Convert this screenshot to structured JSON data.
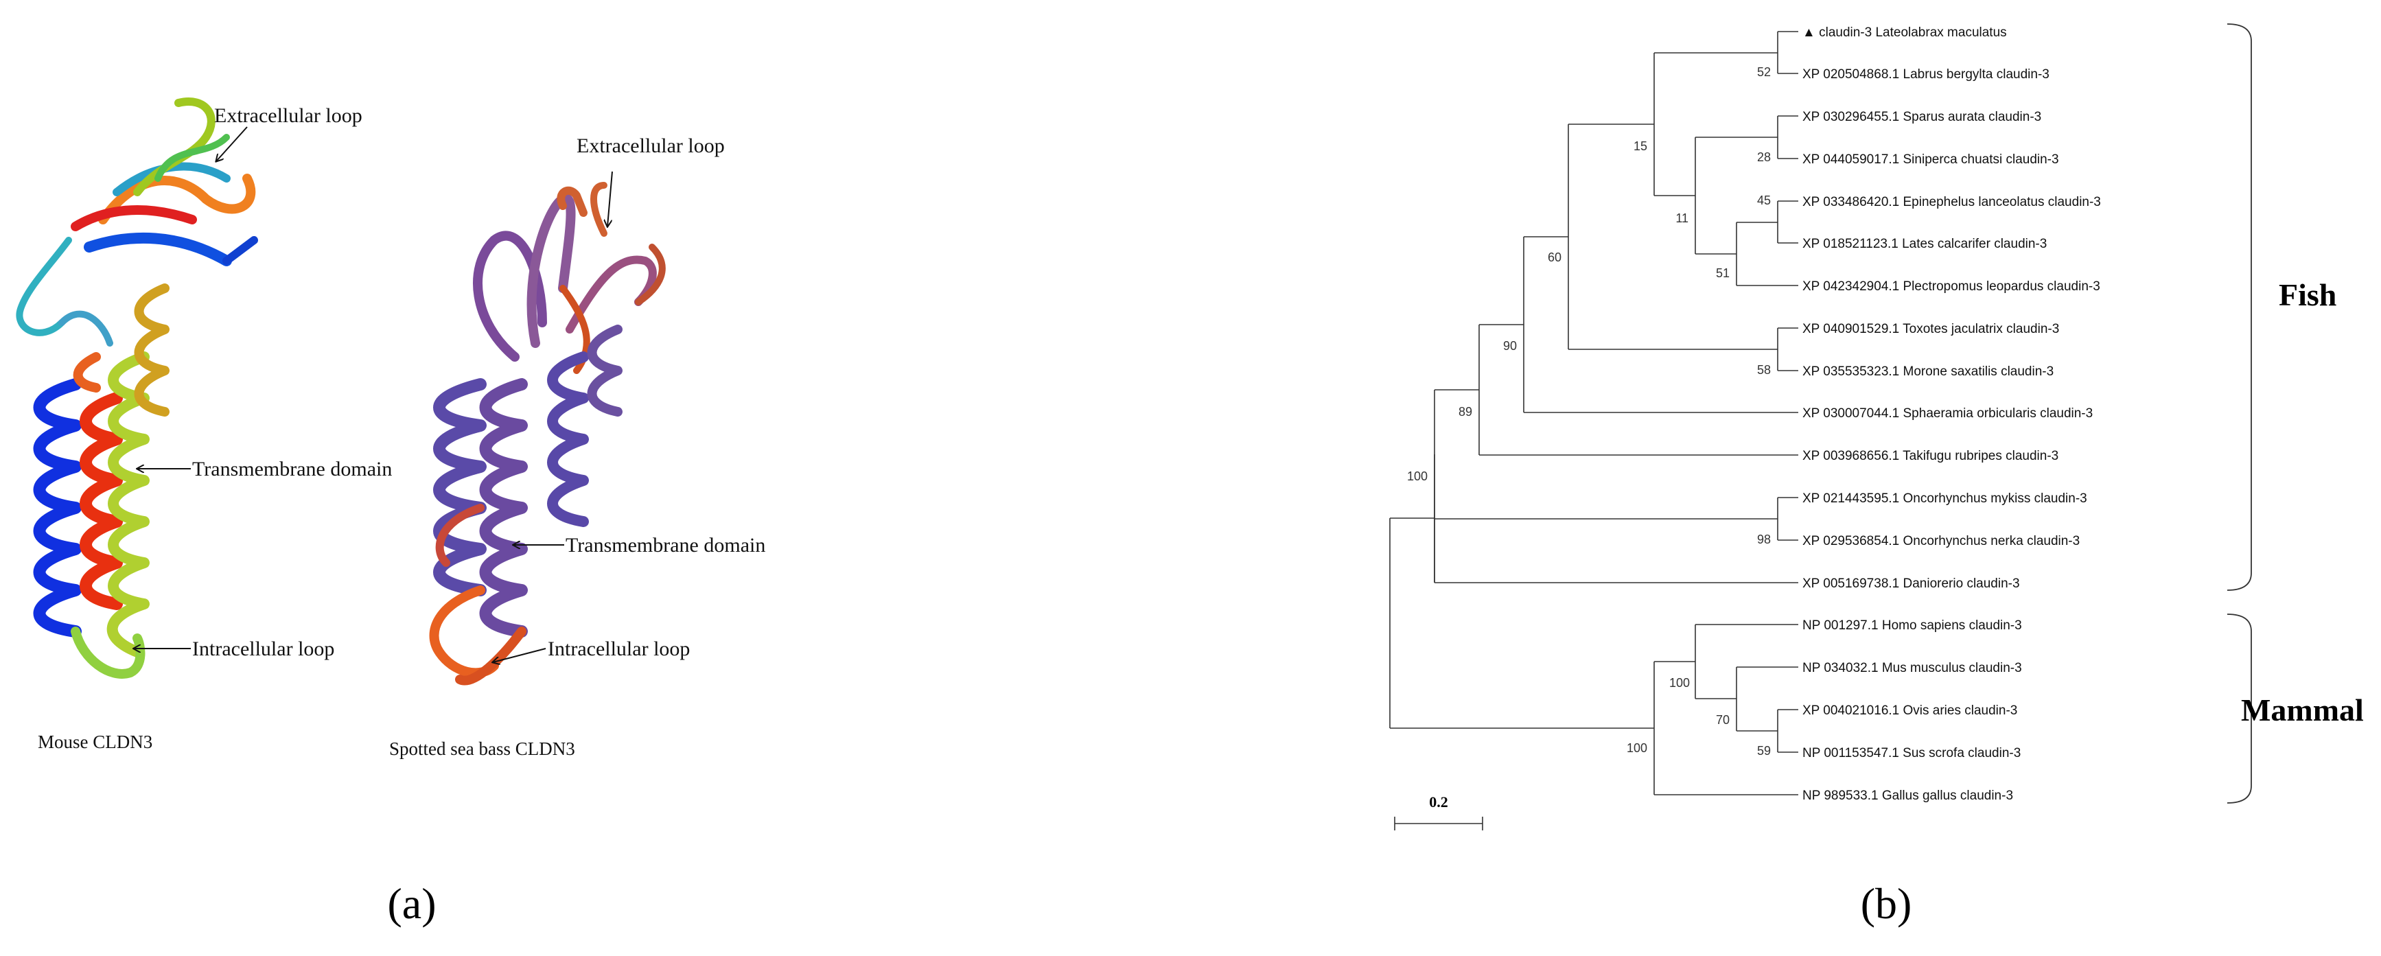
{
  "panel_a": {
    "label": "(a)",
    "mouse": {
      "caption": "Mouse CLDN3",
      "extracellular_label": "Extracellular loop",
      "transmembrane_label": "Transmembrane domain",
      "intracellular_label": "Intracellular loop"
    },
    "seabass": {
      "caption": "Spotted sea bass CLDN3",
      "extracellular_label": "Extracellular loop",
      "transmembrane_label": "Transmembrane domain",
      "intracellular_label": "Intracellular loop"
    }
  },
  "panel_b": {
    "label": "(b)",
    "scale_bar_label": "0.2",
    "groups": {
      "fish": "Fish",
      "mammal": "Mammal"
    },
    "leaves": [
      {
        "label": "claudin-3 Lateolabrax maculatus",
        "marker": "▲"
      },
      {
        "label": "XP 020504868.1 Labrus bergylta claudin-3"
      },
      {
        "label": "XP 030296455.1 Sparus aurata claudin-3"
      },
      {
        "label": "XP 044059017.1 Siniperca chuatsi claudin-3"
      },
      {
        "label": "XP 033486420.1 Epinephelus lanceolatus claudin-3"
      },
      {
        "label": "XP 018521123.1 Lates calcarifer claudin-3"
      },
      {
        "label": "XP 042342904.1 Plectropomus leopardus claudin-3"
      },
      {
        "label": "XP 040901529.1 Toxotes jaculatrix claudin-3"
      },
      {
        "label": "XP 035535323.1 Morone saxatilis claudin-3"
      },
      {
        "label": "XP 030007044.1 Sphaeramia orbicularis claudin-3"
      },
      {
        "label": "XP 003968656.1 Takifugu rubripes claudin-3"
      },
      {
        "label": "XP 021443595.1 Oncorhynchus mykiss claudin-3"
      },
      {
        "label": "XP 029536854.1 Oncorhynchus nerka claudin-3"
      },
      {
        "label": "XP 005169738.1 Daniorerio claudin-3"
      },
      {
        "label": "NP 001297.1 Homo sapiens claudin-3"
      },
      {
        "label": "NP 034032.1 Mus musculus claudin-3"
      },
      {
        "label": "XP 004021016.1 Ovis aries claudin-3"
      },
      {
        "label": "NP 001153547.1 Sus scrofa claudin-3"
      },
      {
        "label": "NP 989533.1 Gallus gallus claudin-3"
      }
    ],
    "bootstrap": {
      "lateolabrax_labrus": "52",
      "sparus_siniperca": "28",
      "epinephelus_lates": "45",
      "plectropomus_clade": "51",
      "serranid_clade": "11",
      "percomorph_core": "15",
      "toxotes_morone": "58",
      "percomorph_60": "60",
      "sphaeramia_clade": "90",
      "takifugu_clade": "89",
      "oncorhynchus": "98",
      "fish_root": "100",
      "homo_mus_clade": "100",
      "ovis_sus_clade": "70",
      "ovis_sus": "59",
      "amniote_clade": "100"
    },
    "colors": {
      "line": "#333333",
      "text": "#111111"
    }
  }
}
